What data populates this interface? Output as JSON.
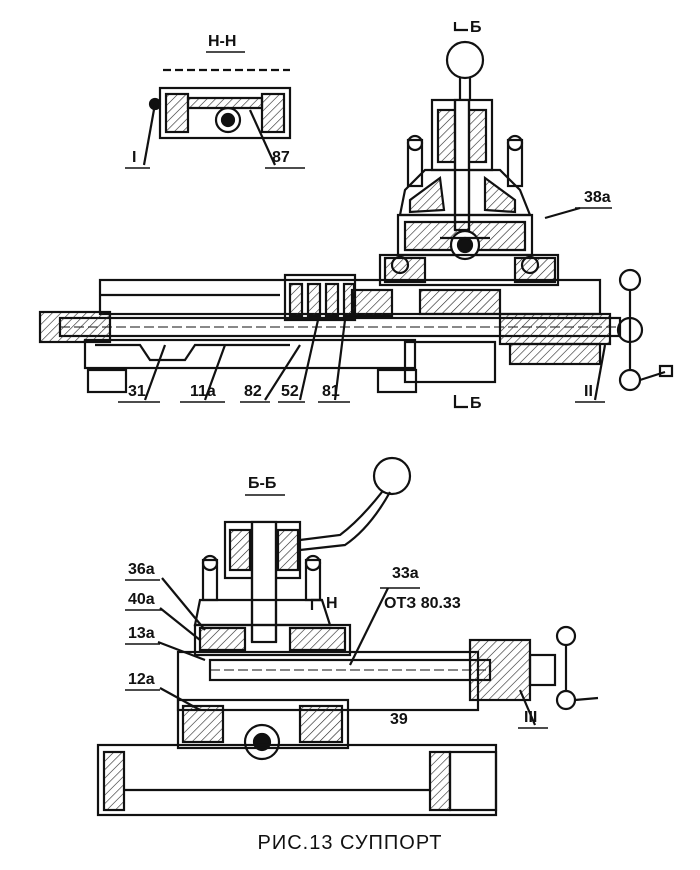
{
  "caption": "РИС.13 СУППОРТ",
  "views": {
    "section_h": {
      "title": "Н-Н",
      "callouts": [
        "I",
        "87"
      ]
    },
    "main": {
      "callouts": [
        "38а",
        "31",
        "11а",
        "82",
        "52",
        "81",
        "II"
      ],
      "section_marks": [
        "Б",
        "Б"
      ]
    },
    "section_b": {
      "title": "Б-Б",
      "callouts": [
        "36а",
        "40а",
        "13а",
        "12а",
        "33а",
        "ОТЗ 80.33",
        "39",
        "III"
      ],
      "section_marks": [
        "Н"
      ]
    }
  }
}
